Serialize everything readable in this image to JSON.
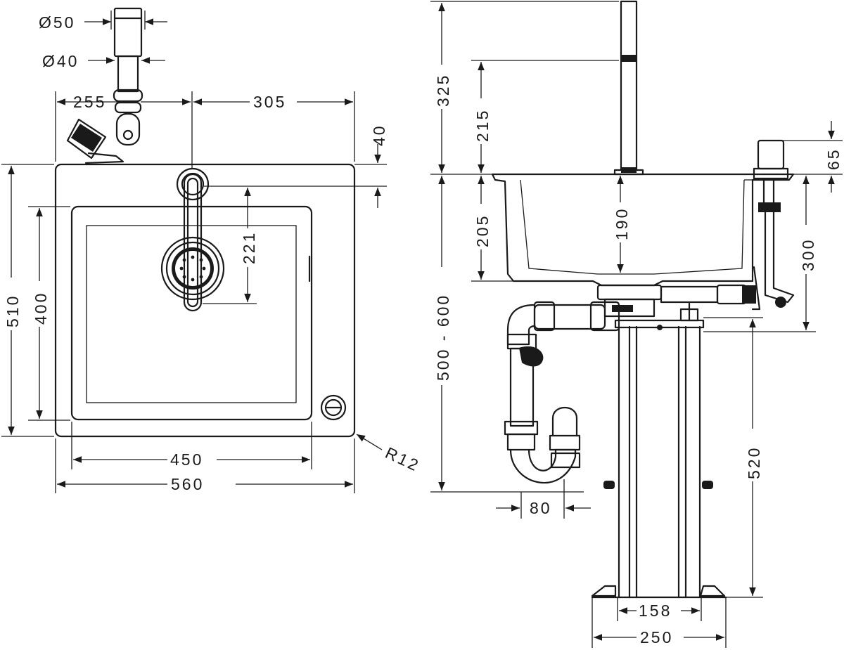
{
  "labels": {
    "dia50": "Ø50",
    "dia40": "Ø40",
    "d255": "255",
    "d305": "305",
    "d40": "40",
    "d510": "510",
    "d400": "400",
    "d221": "221",
    "d450": "450",
    "d560": "560",
    "r12": "R12",
    "d325": "325",
    "d215": "215",
    "d205": "205",
    "d190": "190",
    "d500_600": "500 - 600",
    "d65": "65",
    "d300": "300",
    "d520": "520",
    "d80": "80",
    "d158": "158",
    "d250": "250"
  },
  "colors": {
    "line": "#1a1a1a",
    "background": "#ffffff"
  }
}
